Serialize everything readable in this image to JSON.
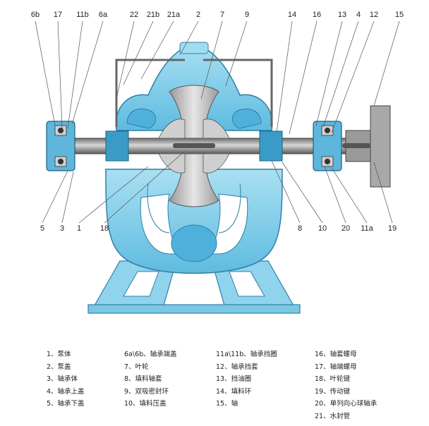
{
  "callouts": {
    "top": [
      "6b",
      "17",
      "11b",
      "6a",
      "22",
      "21b",
      "21a",
      "2",
      "7",
      "9",
      "14",
      "16",
      "13",
      "4",
      "12",
      "15"
    ],
    "bottom": [
      "5",
      "3",
      "1",
      "18",
      "8",
      "10",
      "20",
      "11a",
      "19"
    ]
  },
  "legend": [
    [
      {
        "num": "1、",
        "name": "泵体"
      },
      {
        "num": "2、",
        "name": "泵盖"
      },
      {
        "num": "3、",
        "name": "轴承体"
      },
      {
        "num": "4、",
        "name": "轴承上盖"
      },
      {
        "num": "5、",
        "name": "轴承下盖"
      }
    ],
    [
      {
        "num": "6a\\6b、",
        "name": "轴承端盖"
      },
      {
        "num": "7、",
        "name": "叶轮"
      },
      {
        "num": "8、",
        "name": "填料轴套"
      },
      {
        "num": "9、",
        "name": "双吸密封环"
      },
      {
        "num": "10、",
        "name": "填料压盖"
      }
    ],
    [
      {
        "num": "11a\\11b、",
        "name": "轴承挡圈"
      },
      {
        "num": "12、",
        "name": "轴承挡套"
      },
      {
        "num": "13、",
        "name": "挡油圈"
      },
      {
        "num": "14、",
        "name": "填料环"
      },
      {
        "num": "15、",
        "name": "轴"
      }
    ],
    [
      {
        "num": "16、",
        "name": "轴套螺母"
      },
      {
        "num": "17、",
        "name": "轴端螺母"
      },
      {
        "num": "18、",
        "name": "叶轮键"
      },
      {
        "num": "19、",
        "name": "传动键"
      },
      {
        "num": "20、",
        "name": "单列向心球轴承"
      },
      {
        "num": "21、",
        "name": "水封管"
      }
    ]
  ],
  "colors": {
    "casing": "#7dcde8",
    "casing_dark": "#3a9cc6",
    "shaft": "#8c8c8c",
    "impeller": "#b8b8b8"
  }
}
